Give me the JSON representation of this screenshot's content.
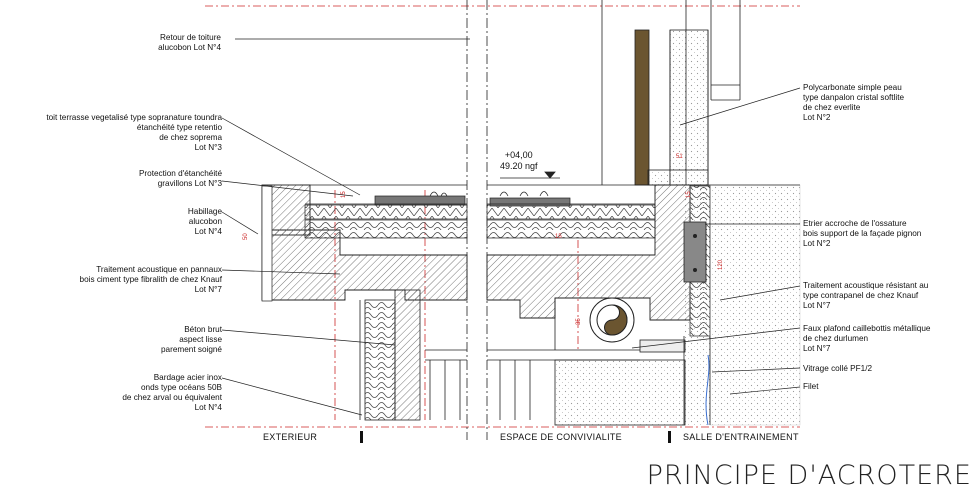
{
  "title": "PRINCIPE D'ACROTERE",
  "level": {
    "line1": "+04,00",
    "line2": "49.20 ngf"
  },
  "zones": {
    "exterior": "EXTERIEUR",
    "convivialite": "ESPACE DE CONVIVIALITE",
    "entrainement": "SALLE D'ENTRAINEMENT"
  },
  "left_annotations": [
    [
      "Retour de toiture",
      "alucobon Lot N°4"
    ],
    [
      "toit terrasse vegetalisé type sopranature toundra",
      "étanchéité type retentio",
      "de chez soprema",
      "Lot N°3"
    ],
    [
      "Protection d'étanchéité",
      "gravillons Lot N°3"
    ],
    [
      "Habillage",
      "alucobon",
      "Lot N°4"
    ],
    [
      "Traitement acoustique en pannaux",
      "bois ciment type fibralith de chez Knauf",
      "Lot N°7"
    ],
    [
      "Béton brut",
      "aspect lisse",
      "parement soigné"
    ],
    [
      "Bardage acier inox",
      "onds type océans 50B",
      "de chez arval ou équivalent",
      "Lot N°4"
    ]
  ],
  "right_annotations": [
    [
      "Polycarbonate simple peau",
      "type danpalon cristal softlite",
      "de chez everlite",
      "Lot N°2"
    ],
    [
      "Etrier accroche de l'ossature",
      "bois support de la façade pignon",
      "Lot N°2"
    ],
    [
      "Traitement acoustique résistant au",
      "type contrapanel de chez Knauf",
      "Lot N°7"
    ],
    [
      "Faux plafond caillebottis métallique",
      "de chez durlumen",
      "Lot N°7"
    ],
    [
      "Vitrage collé PF1/2"
    ],
    [
      "Filet"
    ]
  ],
  "dimensions": [
    "15",
    "50",
    "51",
    "15",
    "120",
    "35",
    "15"
  ],
  "colors": {
    "line": "#222222",
    "red_axis": "#cc2a2a",
    "hatch": "#555555",
    "wood": "#6b5530",
    "blue_cable": "#3a6fd0"
  }
}
